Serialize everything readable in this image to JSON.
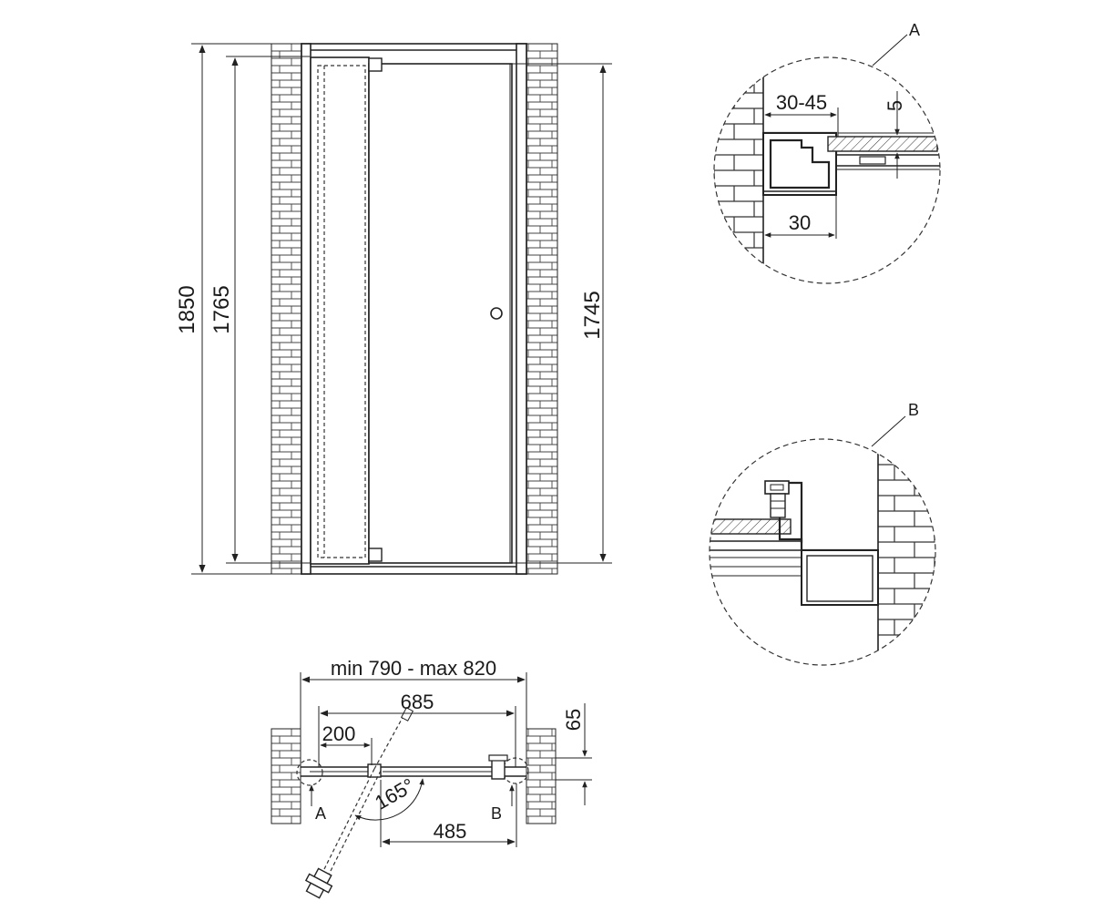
{
  "front_view": {
    "total_height": "1850",
    "door_height": "1765",
    "panel_height": "1745"
  },
  "plan_view": {
    "width_range": "min 790 - max 820",
    "panel_width": "685",
    "fixed_width": "200",
    "opening_width": "485",
    "depth": "65",
    "swing_angle": "165°",
    "section_a": "A",
    "section_b": "B"
  },
  "detail_a": {
    "label": "A",
    "adjust_range": "30-45",
    "gap": "5",
    "profile_width": "30"
  },
  "detail_b": {
    "label": "B"
  }
}
